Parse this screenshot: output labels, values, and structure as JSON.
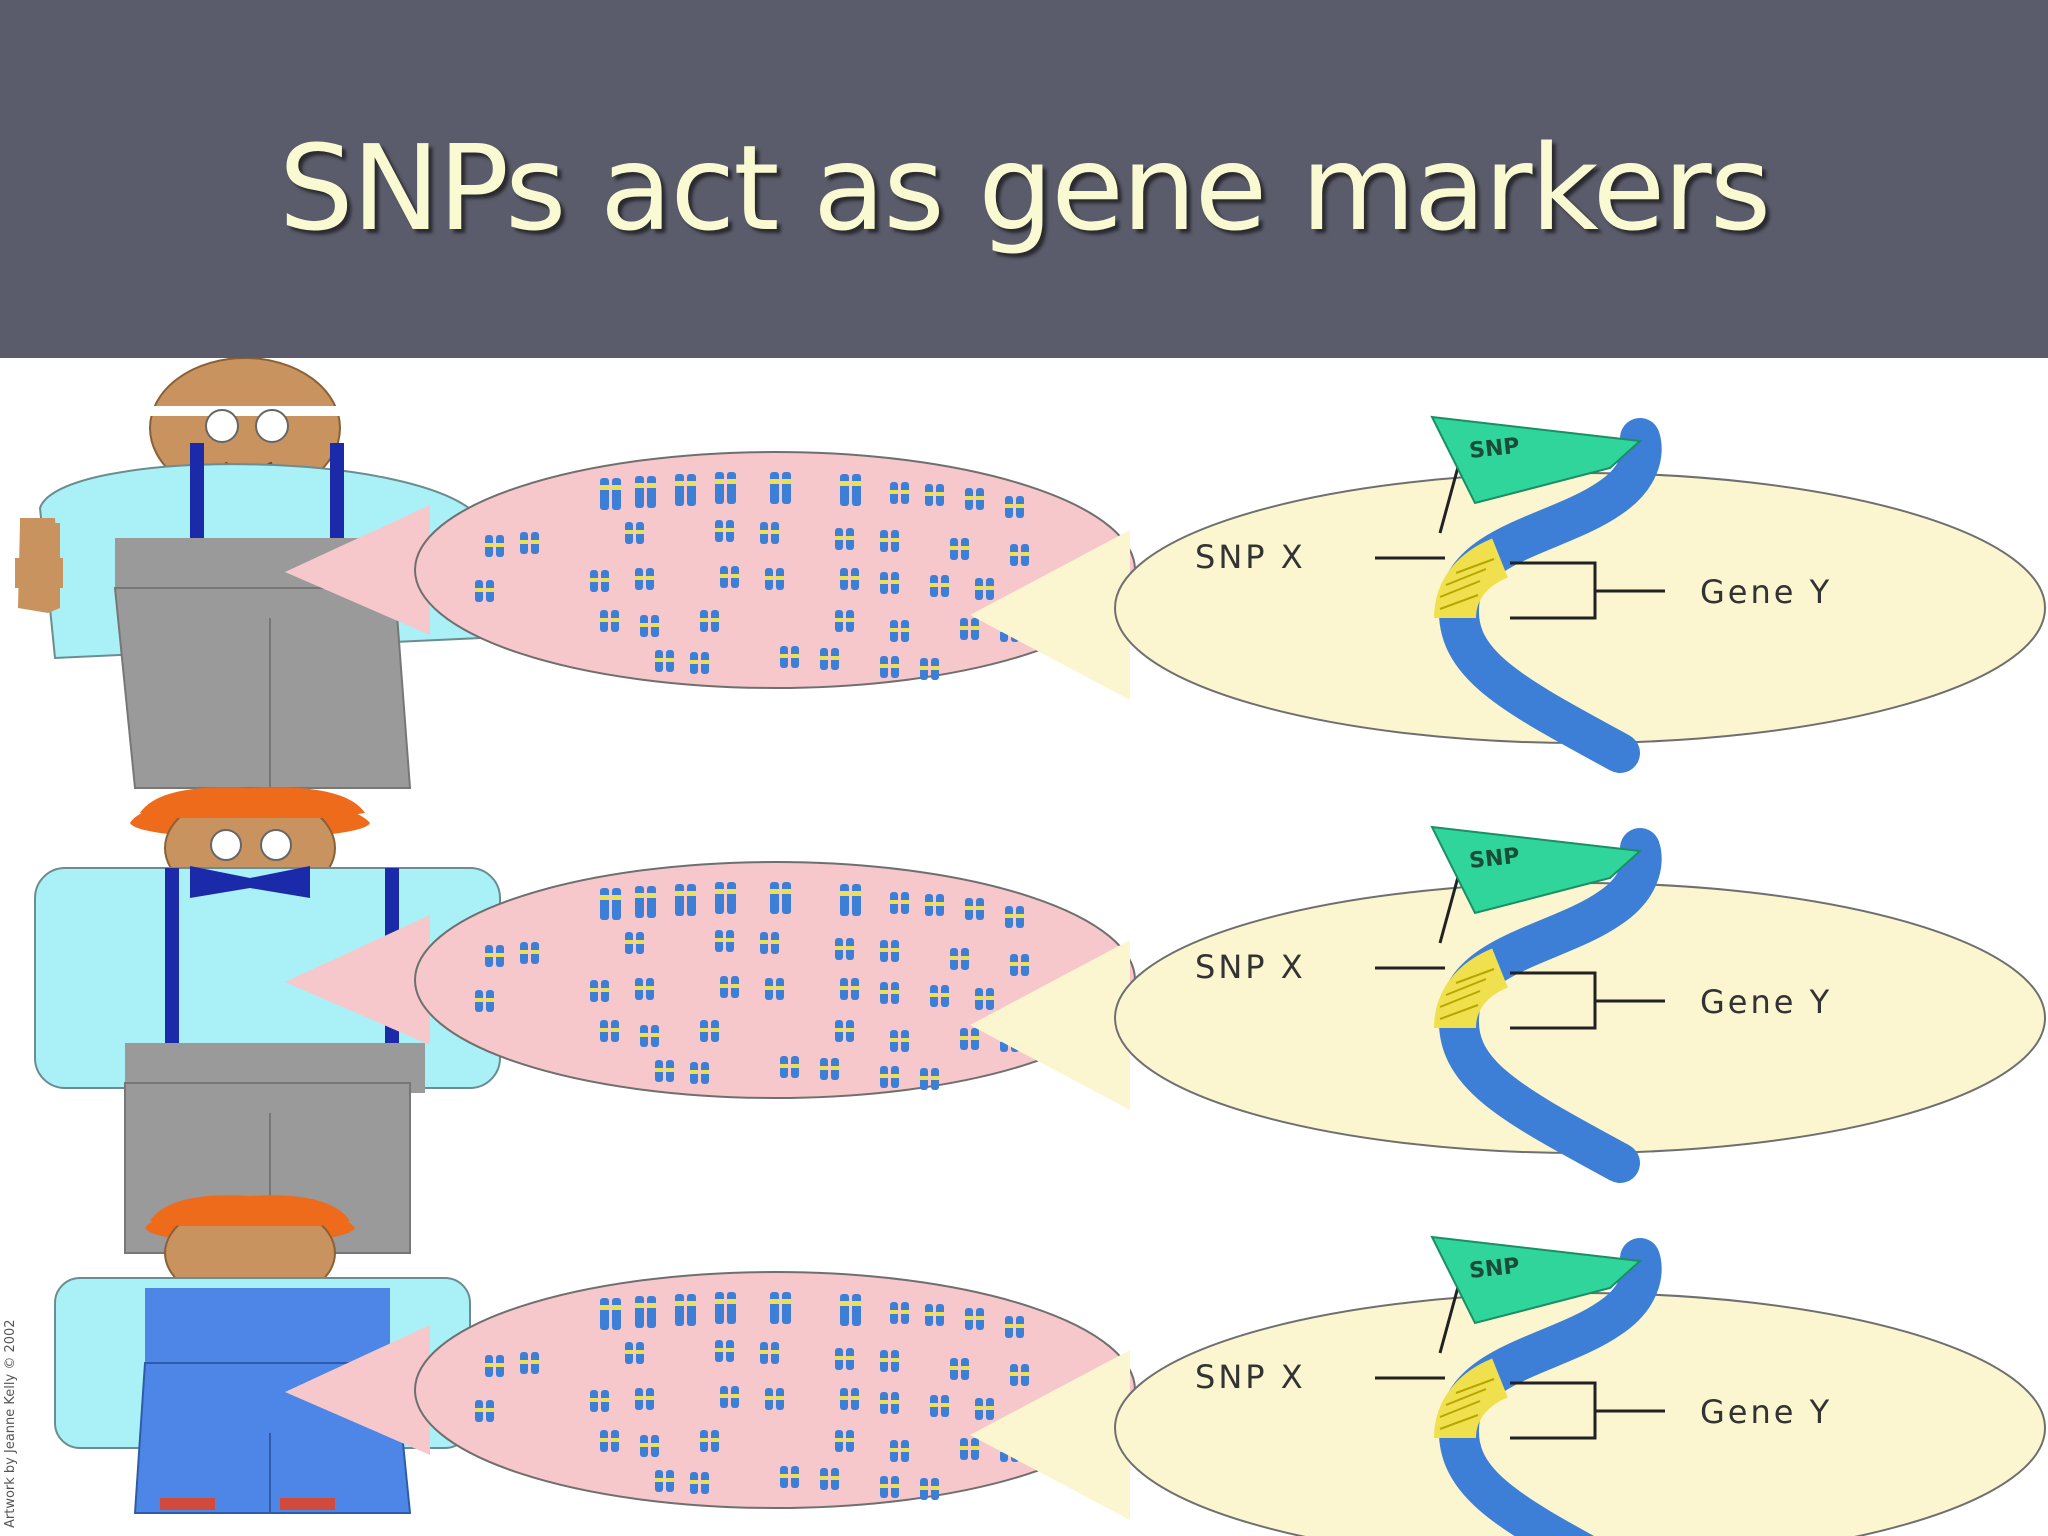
{
  "slide": {
    "title": "SNPs act as gene markers"
  },
  "diagram": {
    "snp_flag_label": "SNP",
    "snp_label": "SNP X",
    "gene_label": "Gene Y",
    "credit": "Artwork by Jeanne Kelly © 2002"
  },
  "colors": {
    "title_bar": "#5b5c6b",
    "title_text": "#fafad2",
    "magnifier_pink": "#f6c8cc",
    "zoom_circle": "#fbf6cf",
    "dna_blue": "#3d7fd6",
    "gene_yellow": "#f0e04e",
    "snp_flag_green": "#2fd59a",
    "skin": "#c8935f",
    "red_hair": "#ef6b1c",
    "shirt": "#a9f1f7",
    "pants_gray": "#9a9a9a",
    "overalls_blue": "#4d86e6"
  }
}
